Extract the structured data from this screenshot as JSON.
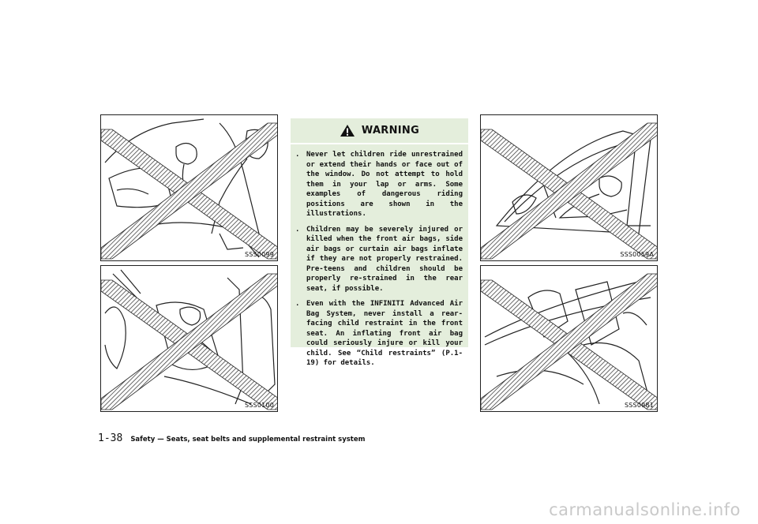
{
  "figures": [
    {
      "code": "SSS0099",
      "description": "child-on-lap-front-seat"
    },
    {
      "code": "SSS0100",
      "description": "rear-facing-child-seat-front-airbag"
    },
    {
      "code": "SSS0059A",
      "description": "child-leaning-out-window"
    },
    {
      "code": "SSS0981",
      "description": "child-near-curtain-airbag"
    }
  ],
  "warning": {
    "title": "WARNING",
    "bullet": ".",
    "items": [
      "Never let children ride unrestrained or extend their hands or face out of the window. Do not attempt to hold them in your lap or arms. Some examples of dangerous riding positions are shown in the illustrations.",
      "Children may be severely injured or killed when the front air bags, side air bags or curtain air bags inflate if they are not properly restrained. Pre-teens and children should be properly re-strained in the rear seat, if possible.",
      "Even with the INFINITI Advanced Air Bag System, never install a rear-facing child restraint in the front seat. An inflating front air bag could seriously injure or kill your child. See “Child restraints” (P.1-19) for details."
    ]
  },
  "footer": {
    "page_number": "1-38",
    "section_title": "Safety — Seats, seat belts and supplemental restraint system"
  },
  "watermark": "carmanualsonline.info",
  "colors": {
    "warning_bg": "#e4eedc",
    "hatch": "#555555",
    "watermark": "#c9c9c9"
  }
}
